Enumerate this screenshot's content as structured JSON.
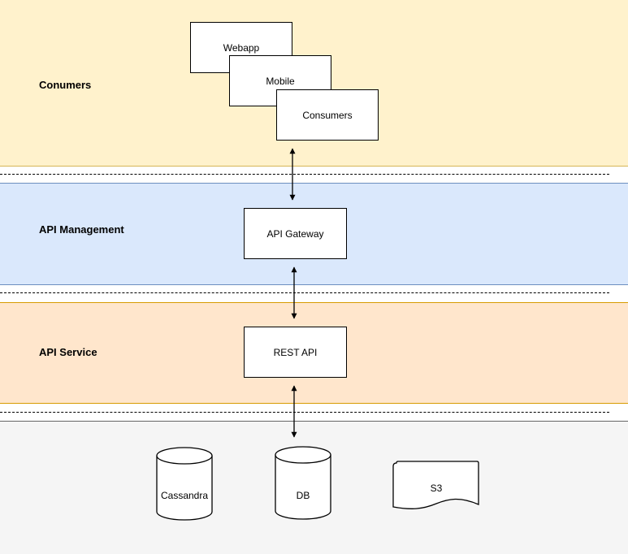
{
  "colors": {
    "consumers_band": "#fff2cc",
    "consumers_border": "#d6b656",
    "api_mgmt_band": "#dae8fc",
    "api_mgmt_border": "#6c8ebf",
    "api_service_band": "#ffe6cc",
    "api_service_border": "#d79b00",
    "storage_band": "#f5f5f5",
    "storage_border": "#666666",
    "line": "#000000"
  },
  "layers": {
    "consumers": {
      "label": "Conumers"
    },
    "api_management": {
      "label": "API Management"
    },
    "api_service": {
      "label": "API Service"
    }
  },
  "nodes": {
    "webapp": "Webapp",
    "mobile": "Mobile",
    "consumers": "Consumers",
    "api_gateway": "API Gateway",
    "rest_api": "REST API",
    "cassandra": "Cassandra",
    "db": "DB",
    "s3": "S3"
  }
}
